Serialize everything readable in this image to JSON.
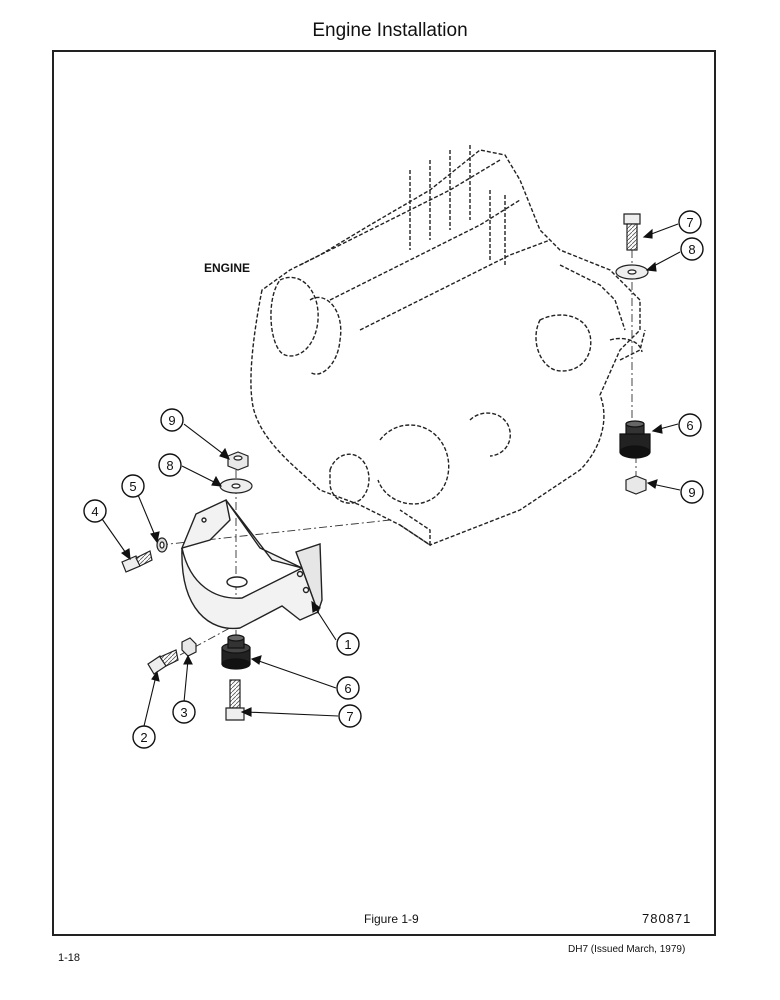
{
  "page": {
    "title": "Engine Installation",
    "page_number": "1-18",
    "doc_ref": "DH7 (Issued March, 1979)"
  },
  "figure": {
    "caption": "Figure 1-9",
    "number": "780871",
    "engine_label": "ENGINE",
    "callouts": [
      "1",
      "2",
      "3",
      "4",
      "5",
      "6",
      "6",
      "7",
      "7",
      "8",
      "8",
      "9",
      "9"
    ]
  }
}
